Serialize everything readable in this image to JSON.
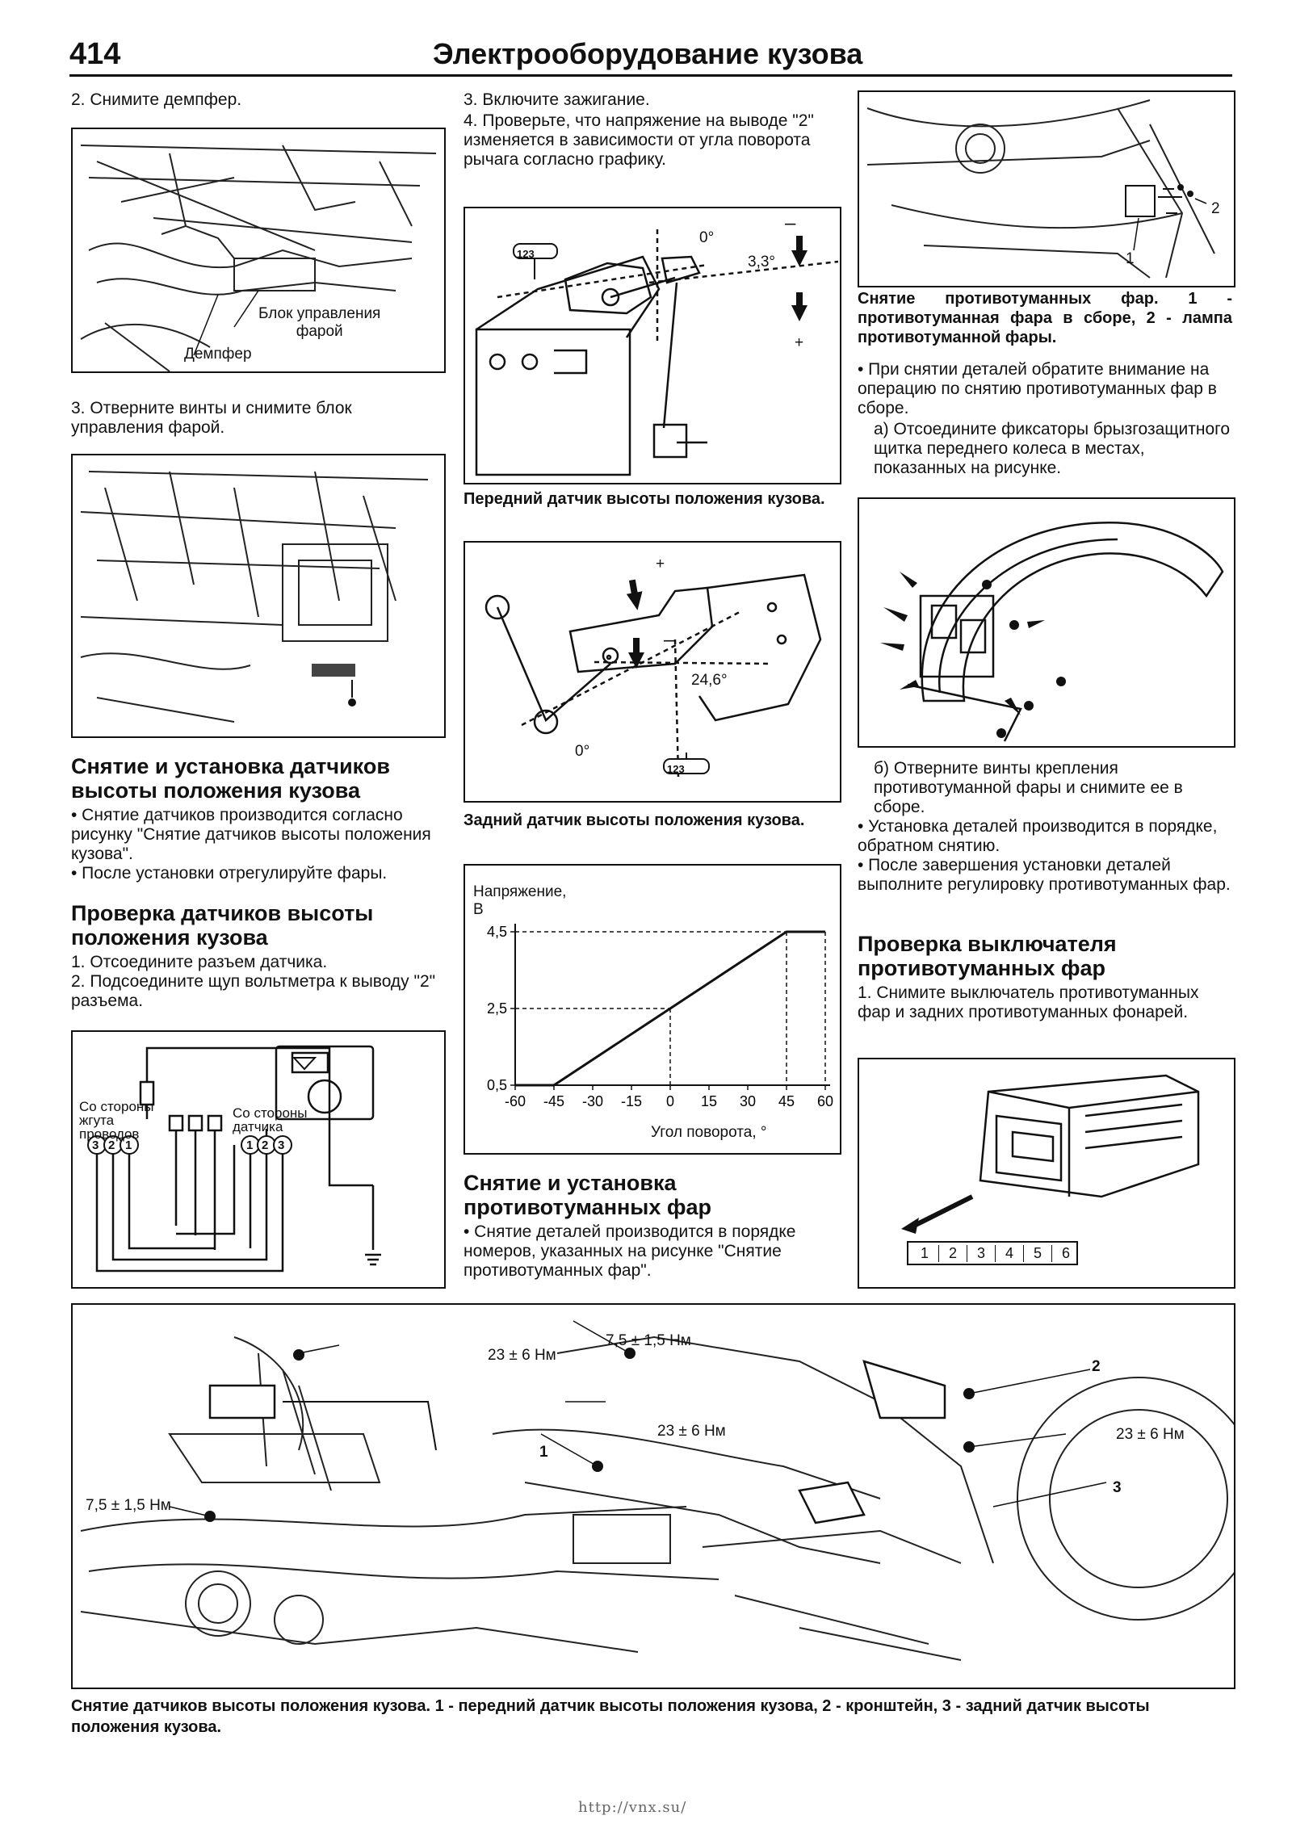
{
  "header": {
    "page_number": "414",
    "title": "Электрооборудование кузова"
  },
  "col1": {
    "step2": "2. Снимите демпфер.",
    "fig1": {
      "label_block": "Блок управления\nфарой",
      "label_damper": "Демпфер"
    },
    "step3": "3. Отверните винты и снимите блок управления фарой.",
    "section1_title": "Снятие и установка датчиков высоты положения кузова",
    "section1_b1": "• Снятие датчиков производится согласно рисунку \"Снятие датчиков высоты положения кузова\".",
    "section1_b2": "• После установки отрегулируйте фары.",
    "section2_title": "Проверка датчиков высоты положения кузова",
    "section2_s1": "1. Отсоедините разъем датчика.",
    "section2_s2": "2. Подсоедините щуп вольтметра к выводу \"2\" разъема.",
    "fig3": {
      "label_harness": "Со стороны\nжгута\nпроводов",
      "label_sensor": "Со стороны\nдатчика",
      "pins_left": [
        "3",
        "2",
        "1"
      ],
      "pins_right": [
        "1",
        "2",
        "3"
      ]
    }
  },
  "col2": {
    "step3": "3. Включите зажигание.",
    "step4": "4. Проверьте, что напряжение на выводе \"2\" изменяется в зависимости от угла поворота рычага согласно графику.",
    "fig_front": {
      "angle0": "0°",
      "angle33": "3,3°",
      "minus": "–",
      "plus": "+",
      "pins": "123"
    },
    "cap_front": "Передний датчик высоты положения кузова.",
    "fig_rear": {
      "angle0": "0°",
      "angle246": "24,6°",
      "minus": "–",
      "plus": "+",
      "pins": "123"
    },
    "cap_rear": "Задний датчик высоты положения кузова.",
    "section_title": "Снятие и установка противотуманных фар",
    "section_b1": "• Снятие деталей производится в порядке номеров, указанных на рисунке \"Снятие противотуманных фар\"."
  },
  "col3": {
    "fig_fog": {
      "n1": "1",
      "n2": "2"
    },
    "cap_fog": "Снятие противотуманных фар. 1 - противотуманная фара в сборе, 2 - лампа противотуманной фары.",
    "b1": "• При снятии деталей обратите внимание на операцию по снятию противотуманных фар в сборе.",
    "a": "а) Отсоедините фиксаторы брызгозащитного щитка переднего колеса в местах, показанных на рисунке.",
    "b": "б) Отверните винты крепления противотуманной фары и снимите ее в сборе.",
    "b2": "• Установка деталей производится в порядке, обратном снятию.",
    "b3": "• После завершения установки деталей выполните регулировку противотуманных фар.",
    "section_title": "Проверка выключателя противотуманных фар",
    "s1": "1. Снимите выключатель противотуманных фар и задних противотуманных фонарей.",
    "pins": [
      "1",
      "2",
      "3",
      "4",
      "5",
      "6"
    ]
  },
  "chart_data": {
    "type": "line",
    "ylabel": "Напряжение, В",
    "xlabel": "Угол поворота, °",
    "x_ticks": [
      "-60",
      "-45",
      "-30",
      "-15",
      "0",
      "15",
      "30",
      "45",
      "60"
    ],
    "y_ticks": [
      "0,5",
      "2,5",
      "4,5"
    ],
    "xlim": [
      -60,
      60
    ],
    "ylim": [
      0.5,
      4.5
    ],
    "series": [
      {
        "x": [
          -60,
          -45,
          45,
          60
        ],
        "y": [
          0.5,
          0.5,
          4.5,
          4.5
        ]
      }
    ]
  },
  "bottom_fig": {
    "t1": "23 ± 6 Нм",
    "t2": "7,5 ± 1,5 Нм",
    "t3": "7,5 ± 1,5 Нм",
    "t4": "23 ± 6 Нм",
    "t5": "23 ± 6 Нм",
    "n1": "1",
    "n2": "2",
    "n3": "3"
  },
  "bottom_caption": "Снятие датчиков высоты положения кузова. 1 - передний датчик высоты положения кузова, 2 - кронштейн, 3 - задний датчик высоты положения кузова.",
  "footer_url": "http://vnx.su/"
}
